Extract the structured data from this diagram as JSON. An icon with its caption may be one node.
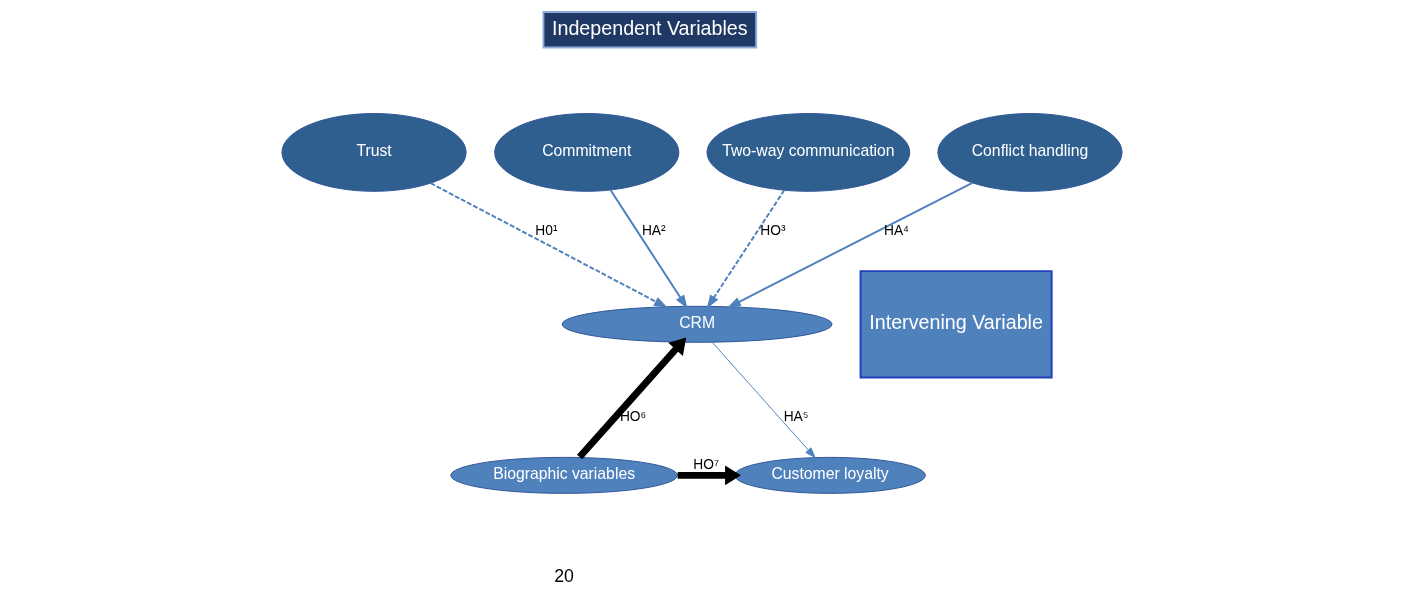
{
  "diagram": {
    "nodes": [
      {
        "text": [
          "Independent Variables"
        ]
      },
      {
        "text": [
          "Trust"
        ]
      },
      {
        "text": [
          "Commitment"
        ]
      },
      {
        "text": [
          "Two-way communication"
        ]
      },
      {
        "text": [
          "Conflict handling"
        ]
      },
      {
        "text": [
          "CRM"
        ]
      },
      {
        "text": [
          "Intervening Variable"
        ]
      },
      {
        "text": [
          "Customer loyalty"
        ]
      },
      {
        "text": [
          "Biographic variables"
        ]
      }
    ],
    "edges": [
      {
        "from": 1,
        "to": 5,
        "arrow": "to",
        "label": "H0¹",
        "style": "dashed"
      },
      {
        "from": 2,
        "to": 5,
        "arrow": "to",
        "label": "HA²"
      },
      {
        "from": 3,
        "to": 5,
        "arrow": "to",
        "label": "HO³",
        "style": "dashed"
      },
      {
        "from": 4,
        "to": 5,
        "arrow": "to",
        "label": "HA⁴"
      },
      {
        "from": 5,
        "to": 7,
        "arrow": "to",
        "label": "HA⁵"
      },
      {
        "from": 8,
        "to": 5,
        "arrow": "to",
        "label": "HO⁶",
        "style": "thick",
        "color": "#000000"
      },
      {
        "from": 8,
        "to": 7,
        "arrow": "to",
        "label": "HO⁷",
        "style": "thick",
        "color": "#000000"
      }
    ],
    "labels": [
      "20"
    ]
  }
}
